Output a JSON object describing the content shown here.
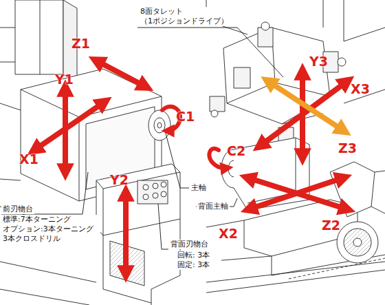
{
  "diagram": {
    "labels": [
      "8面タレット （1ポジションドライブ）",
      "Z1",
      "Y1",
      "Y3",
      "X3",
      "C1",
      "X1",
      "C2",
      "Z3",
      "Y2",
      "主軸",
      "背面主軸",
      "X2",
      "Z2",
      "前刃物台",
      "標準:7本ターニング オプション:3本ターニング 3本クロスドリル",
      "背面刃物台",
      "回転: 3本 固定: 3本"
    ]
  }
}
